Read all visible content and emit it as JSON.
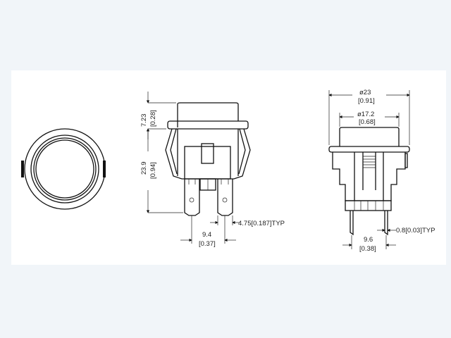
{
  "front_view": {
    "dim_cap_height": {
      "mm": "7.23",
      "inch": "[0.28]"
    },
    "dim_body_height": {
      "mm": "23.9",
      "inch": "[0.94]"
    },
    "dim_terminal_pitch": {
      "mm": "9.4",
      "inch": "[0.37]"
    },
    "dim_terminal_width": "4.75[0.187]TYP"
  },
  "side_view": {
    "dim_flange_diameter": {
      "mm": "ø23",
      "inch": "[0.91]"
    },
    "dim_cap_diameter": {
      "mm": "ø17.2",
      "inch": "[0.68]"
    },
    "dim_pin_pitch": {
      "mm": "9.6",
      "inch": "[0.38]"
    },
    "dim_pin_width": "0.8[0.03]TYP"
  }
}
